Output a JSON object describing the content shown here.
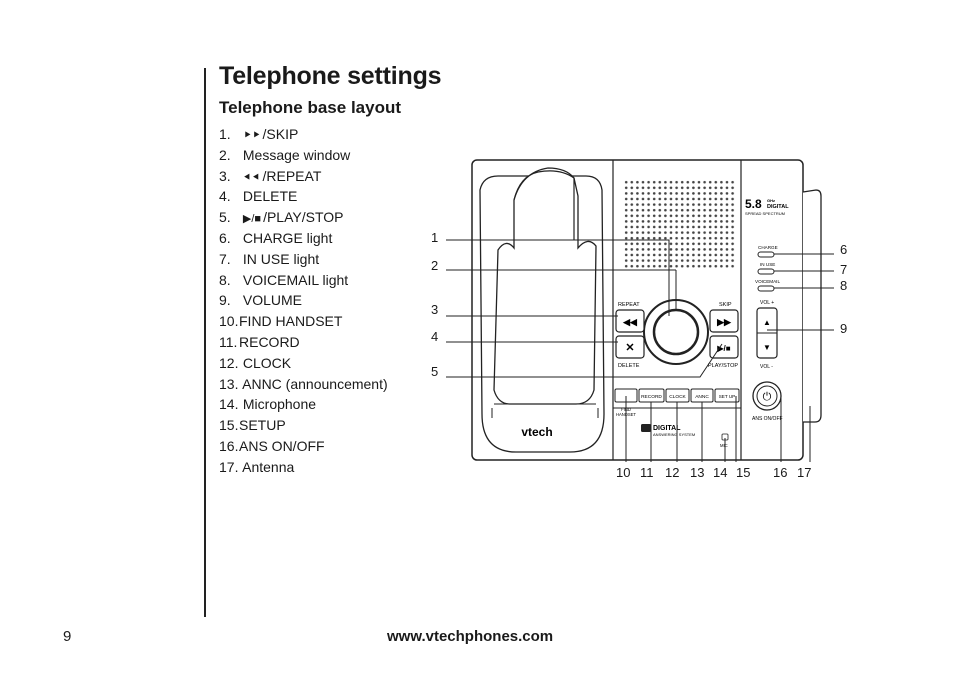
{
  "page": {
    "title": "Telephone settings",
    "subtitle": "Telephone base layout",
    "page_number": "9",
    "url": "www.vtechphones.com"
  },
  "legend": [
    {
      "num": "1.",
      "icon": "skip-icon",
      "symbol": "⯈⯈",
      "label": "/SKIP"
    },
    {
      "num": "2.",
      "label": "Message window"
    },
    {
      "num": "3.",
      "icon": "repeat-icon",
      "symbol": "⯇⯇",
      "label": "/REPEAT"
    },
    {
      "num": "4.",
      "label": "DELETE"
    },
    {
      "num": "5.",
      "icon": "play-stop-icon",
      "symbol": "▶/■",
      "label": "/PLAY/STOP"
    },
    {
      "num": "6.",
      "label": "CHARGE light"
    },
    {
      "num": "7.",
      "label": "IN USE light"
    },
    {
      "num": "8.",
      "label": "VOICEMAIL light"
    },
    {
      "num": "9.",
      "label": "VOLUME"
    },
    {
      "num": "10.",
      "label": "FIND HANDSET"
    },
    {
      "num": "11.",
      "label": "RECORD"
    },
    {
      "num": "12.",
      "label": "CLOCK"
    },
    {
      "num": "13.",
      "label": "ANNC (announcement)"
    },
    {
      "num": "14.",
      "label": "Microphone"
    },
    {
      "num": "15.",
      "label": "SETUP"
    },
    {
      "num": "16.",
      "label": "ANS ON/OFF"
    },
    {
      "num": "17.",
      "label": "Antenna"
    }
  ],
  "device": {
    "brand": "vtech",
    "badge_main": "5.8",
    "badge_ghz": "GHz",
    "badge_digital": "DIGITAL",
    "badge_sub": "SPREAD SPECTRUM",
    "repeat": "REPEAT",
    "skip": "SKIP",
    "delete": "DELETE",
    "play_stop": "PLAY/STOP",
    "charge": "CHARGE",
    "in_use": "IN USE",
    "voicemail": "VOICEMAIL",
    "vol_plus": "VOL +",
    "vol_minus": "VOL -",
    "ans": "ANS ON/OFF",
    "find_1": "FIND",
    "find_2": "HANDSET",
    "record": "RECORD",
    "clock": "CLOCK",
    "annc": "ANNC",
    "setup": "SET UP",
    "digital": "DIGITAL",
    "answering": "ANSWERING SYSTEM",
    "mic": "MIC"
  },
  "callouts": {
    "c1": "1",
    "c2": "2",
    "c3": "3",
    "c4": "4",
    "c5": "5",
    "c6": "6",
    "c7": "7",
    "c8": "8",
    "c9": "9",
    "c10": "10",
    "c11": "11",
    "c12": "12",
    "c13": "13",
    "c14": "14",
    "c15": "15",
    "c16": "16",
    "c17": "17"
  }
}
